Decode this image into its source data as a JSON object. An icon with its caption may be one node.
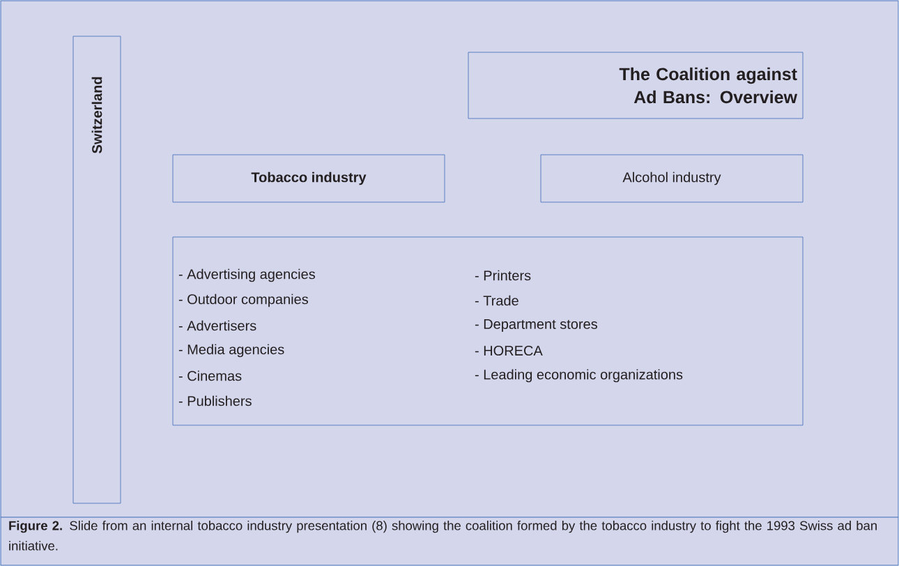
{
  "diagram": {
    "nodes": [
      {
        "text": [
          "Switzerland"
        ]
      },
      {
        "text": [
          "The Coalition against Ad Bans: Overview"
        ]
      },
      {
        "text": [
          "Tobacco industry"
        ]
      },
      {
        "text": [
          "Alcohol industry"
        ]
      },
      {
        "text": [
          "- Advertising agencies",
          "- Outdoor companies",
          "- Advertisers",
          "- Media agencies",
          "- Cinemas",
          "- Publishers",
          "- Printers",
          "- Trade",
          "- Department stores",
          "- HORECA",
          "- Leading economic organizations"
        ]
      }
    ],
    "caption": "**Figure 2.** Slide from an internal tobacco industry presentation (8) showing the coalition formed by the tobacco industry to fight the 1993 Swiss ad ban initiative."
  }
}
